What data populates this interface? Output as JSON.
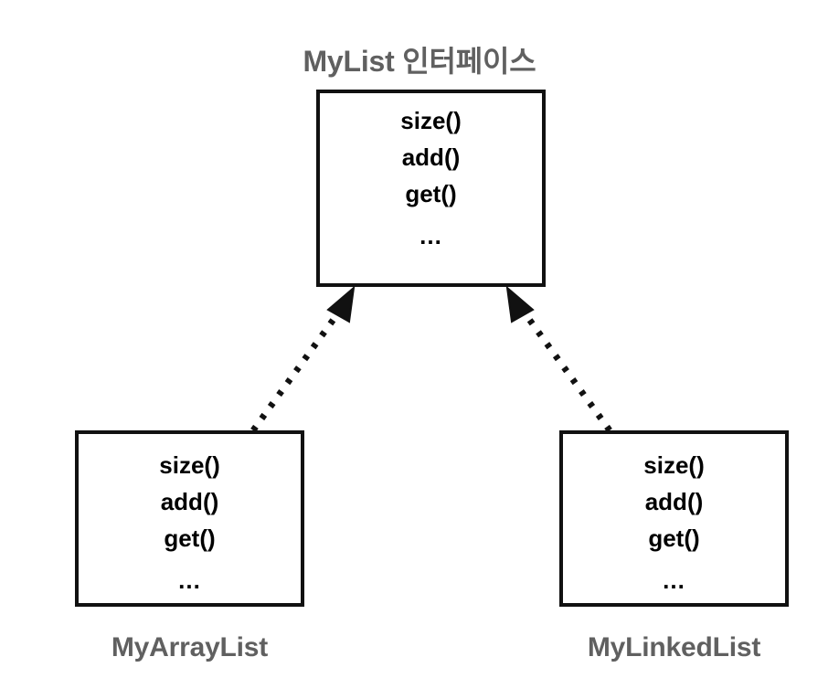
{
  "diagram": {
    "type": "uml-class-diagram",
    "title": "MyList 인터페이스",
    "background_color": "#ffffff",
    "caption_color": "#606060",
    "stroke_color": "#111111",
    "member_text_color": "#000000",
    "interface": {
      "name": "MyList",
      "title_label": "MyList 인터페이스",
      "members": [
        "size()",
        "add()",
        "get()"
      ],
      "ellipsis": "..."
    },
    "implementations": [
      {
        "name": "MyArrayList",
        "caption": "MyArrayList",
        "members": [
          "size()",
          "add()",
          "get()"
        ],
        "ellipsis": "...",
        "relation": "realization"
      },
      {
        "name": "MyLinkedList",
        "caption": "MyLinkedList",
        "members": [
          "size()",
          "add()",
          "get()"
        ],
        "ellipsis": "...",
        "relation": "realization"
      }
    ],
    "connectors": [
      {
        "name": "arrow-arraylist-to-mylist",
        "style": "dotted",
        "arrowhead": "solid-triangle",
        "from": "MyArrayList",
        "to": "MyList"
      },
      {
        "name": "arrow-linkedlist-to-mylist",
        "style": "dotted",
        "arrowhead": "solid-triangle",
        "from": "MyLinkedList",
        "to": "MyList"
      }
    ]
  },
  "chart_data": {
    "type": "table",
    "title": "MyList 인터페이스",
    "categories": [
      "MyList",
      "MyArrayList",
      "MyLinkedList"
    ],
    "values": [
      {
        "node": "MyList",
        "role": "interface",
        "members": [
          "size()",
          "add()",
          "get()",
          "..."
        ]
      },
      {
        "node": "MyArrayList",
        "role": "implementation",
        "members": [
          "size()",
          "add()",
          "get()",
          "..."
        ]
      },
      {
        "node": "MyLinkedList",
        "role": "implementation",
        "members": [
          "size()",
          "add()",
          "get()",
          "..."
        ]
      }
    ],
    "edges": [
      {
        "from": "MyArrayList",
        "to": "MyList",
        "type": "realization"
      },
      {
        "from": "MyLinkedList",
        "to": "MyList",
        "type": "realization"
      }
    ]
  }
}
